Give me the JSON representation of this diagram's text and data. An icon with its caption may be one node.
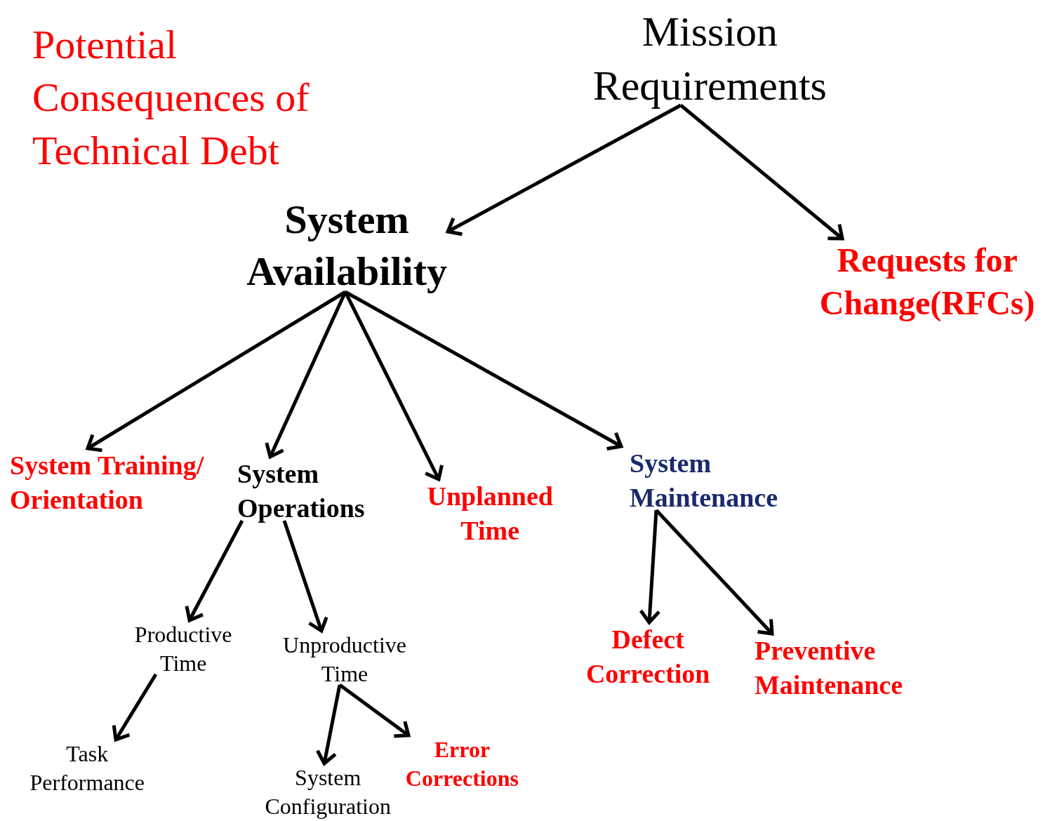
{
  "diagram": {
    "title": "Potential Consequences of Technical Debt",
    "nodes": [
      {
        "text": [
          "Mission Requirements"
        ]
      },
      {
        "text": [
          "System Availability"
        ]
      },
      {
        "text": [
          "Requests for Change(RFCs)"
        ]
      },
      {
        "text": [
          "System Training/ Orientation"
        ]
      },
      {
        "text": [
          "System Operations"
        ]
      },
      {
        "text": [
          "Unplanned Time"
        ]
      },
      {
        "text": [
          "System Maintenance"
        ]
      },
      {
        "text": [
          "Productive Time"
        ]
      },
      {
        "text": [
          "Unproductive Time"
        ]
      },
      {
        "text": [
          "Defect Correction"
        ]
      },
      {
        "text": [
          "Preventive Maintenance"
        ]
      },
      {
        "text": [
          "Task Performance"
        ]
      },
      {
        "text": [
          "System Configuration"
        ]
      },
      {
        "text": [
          "Error Corrections"
        ]
      }
    ],
    "edges": [
      {
        "from": 0,
        "to": 1,
        "arrow": "to"
      },
      {
        "from": 0,
        "to": 2,
        "arrow": "to"
      },
      {
        "from": 1,
        "to": 3,
        "arrow": "to"
      },
      {
        "from": 1,
        "to": 4,
        "arrow": "to"
      },
      {
        "from": 1,
        "to": 5,
        "arrow": "to"
      },
      {
        "from": 1,
        "to": 6,
        "arrow": "to"
      },
      {
        "from": 4,
        "to": 7,
        "arrow": "to"
      },
      {
        "from": 4,
        "to": 8,
        "arrow": "to"
      },
      {
        "from": 6,
        "to": 9,
        "arrow": "to"
      },
      {
        "from": 6,
        "to": 10,
        "arrow": "to"
      },
      {
        "from": 7,
        "to": 11,
        "arrow": "to"
      },
      {
        "from": 8,
        "to": 12,
        "arrow": "to"
      },
      {
        "from": 8,
        "to": 13,
        "arrow": "to"
      }
    ]
  }
}
